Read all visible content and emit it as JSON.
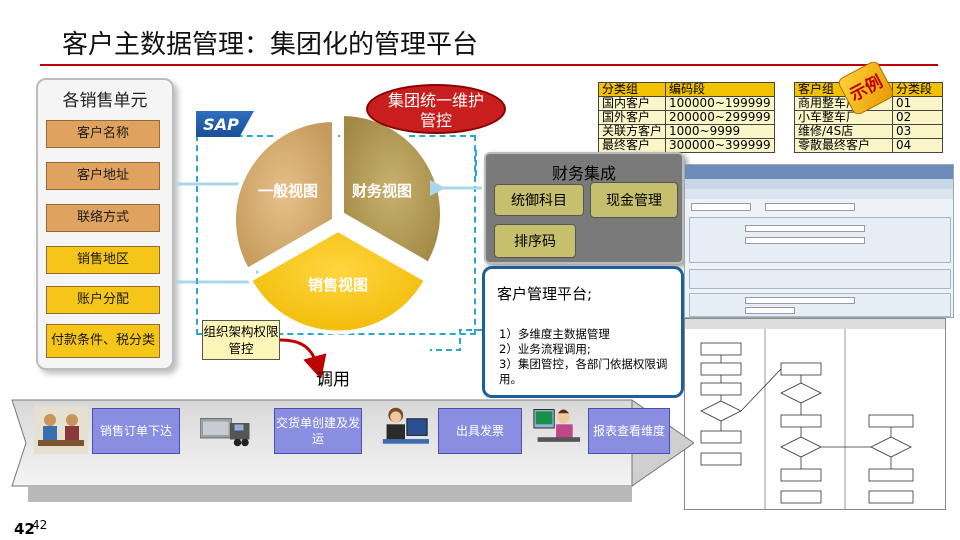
{
  "title": "客户主数据管理：集团化的管理平台",
  "left_panel": {
    "title": "各销售单元",
    "items": [
      "客户名称",
      "客户地址",
      "联络方式",
      "销售地区",
      "账户分配",
      "付款条件、税分类"
    ]
  },
  "sap_logo": "SAP",
  "pie": {
    "general": "一般视图",
    "finance": "财务视图",
    "sales": "销售视图"
  },
  "group_oval": "集团统一维护管控",
  "table": {
    "left_headers": [
      "分类组",
      "编码段"
    ],
    "left_rows": [
      [
        "国内客户",
        "100000~199999"
      ],
      [
        "国外客户",
        "200000~299999"
      ],
      [
        "关联方客户",
        "1000~9999"
      ],
      [
        "最终客户",
        "300000~399999"
      ]
    ],
    "right_headers": [
      "客户组",
      "分类段"
    ],
    "right_rows": [
      [
        "商用整车厂",
        "01"
      ],
      [
        "小车整车厂",
        "02"
      ],
      [
        "维修/4S店",
        "03"
      ],
      [
        "零散最终客户",
        "04"
      ]
    ]
  },
  "badge": "示例",
  "finance": {
    "title": "财务集成",
    "btn1": "统御科目",
    "btn2": "现金管理",
    "btn3": "排序码"
  },
  "customer_platform": {
    "title": "客户管理平台;",
    "line1": "1）多维度主数据管理",
    "line2": "2）业务流程调用;",
    "line3": "3）集团管控，各部门依据权限调用。"
  },
  "org_box": "组织架构权限管控",
  "call_label": "调用",
  "process": [
    "销售订单下达",
    "交货单创建及发运",
    "出具发票",
    "报表查看维度"
  ],
  "page_number": "42",
  "page_number_small": "42",
  "colors": {
    "title_rule": "#c00000",
    "tan": "#c9a065",
    "olive": "#a8924e",
    "gold": "#f5c000",
    "banner_box": "#8a8ee0"
  }
}
